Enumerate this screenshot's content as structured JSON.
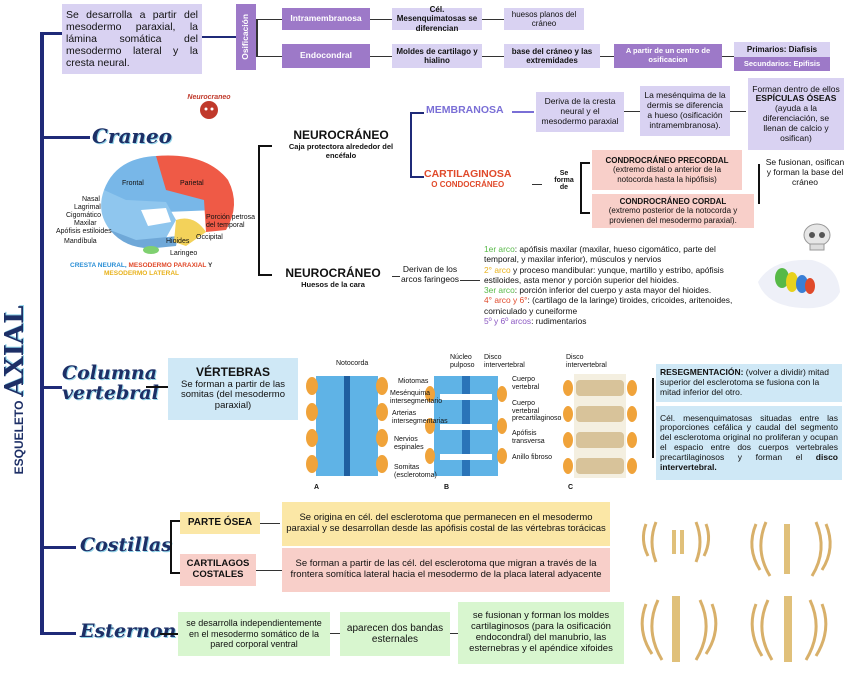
{
  "root": {
    "title": "ESQUELETO AXIAL",
    "w1": "ESQUELETO",
    "w2": "AXIAL"
  },
  "top_box": "Se desarrolla a partir del mesodermo paraxial, la lámina somática del mesodermo lateral y la cresta neural.",
  "osificacion": {
    "label": "Osificación",
    "intra": {
      "name": "Intramembranosa",
      "step1": "Cél. Mesenquimatosas se diferencian",
      "step2": "huesos planos del cráneo"
    },
    "endo": {
      "name": "Endocondral",
      "step1": "Moldes de cartilago y hialino",
      "step2": "base del cráneo y las extremidades",
      "step3": "A partir de un centro de osificacion",
      "p1": "Primarios: Diafisis",
      "p2": "Secundarios: Epifisis"
    }
  },
  "craneo": {
    "header": "Craneo",
    "badge": "Neurocraneo",
    "neuro1": {
      "title": "NEUROCRÁNEO",
      "sub": "Caja protectora alrededor del encéfalo"
    },
    "membranosa": {
      "label": "MEMBRANOSA",
      "b1": "Deriva de la cresta neural y el mesodermo paraxial",
      "b2": "La mesénquima de la dermis se diferencia a hueso (osificación intramembranosa).",
      "b3a": "Forman dentro de ellos ",
      "b3b": "ESPÍCULAS ÓSEAS",
      "b3c": " (ayuda a la diferenciación, se llenan de calcio y osifican)"
    },
    "cartilaginosa": {
      "label": "CARTILAGINOSA",
      "sub": "O CONDOCRÁNEO",
      "se_forma": "Se forma de",
      "pre_t": "CONDROCRÁNEO PRECORDAL",
      "pre_d": "(extremo distal o anterior de la notocorda hasta la hipófisis)",
      "cor_t": "CONDROCRÁNEO CORDAL",
      "cor_d": "(extremo posterior de la notocorda y provienen del mesodermo paraxial).",
      "fuse": "Se fusionan, osifican y forman la base del cráneo"
    },
    "neuro2": {
      "title": "NEUROCRÁNEO",
      "sub": "Huesos de la cara",
      "deriv": "Derivan de los arcos faringeos"
    },
    "arcos": [
      {
        "lead": "1er arco",
        "text": ": apófisis maxilar (maxilar, hueso cigomático, parte del temporal, y maxilar inferior), músculos y nervios",
        "color": "#57b947"
      },
      {
        "lead": "2° arco",
        "text": " y proceso mandibular: yunque, martillo y estribo, apófisis estiloides, asta menor y porción superior del hioides.",
        "color": "#e8b21c"
      },
      {
        "lead": "3er arco",
        "text": ": porción inferior del cuerpo y asta mayor del hioides.",
        "color": "#57b947"
      },
      {
        "lead": "4° arco y 6°",
        "text": ": (cartilago de la laringe) tiroides, cricoides, aritenoides, corniculado y cuneiforme",
        "color": "#e04a2b"
      },
      {
        "lead": "5º y 6º arcos",
        "text": ": rudimentarios",
        "color": "#8a56c2"
      }
    ],
    "skull_labels": [
      "Frontal",
      "Parietal",
      "Nasal",
      "Lagrimal",
      "Cigomático",
      "Maxilar",
      "Apófisis estiloides",
      "Mandíbula",
      "Hioides",
      "Occipital",
      "Laringeo",
      "Porción petrosa del temporal"
    ],
    "legend": {
      "a": "CRESTA NEURAL,",
      "b": "MESODERMO PARAXIAL",
      "c": "Y",
      "d": "MESODERMO LATERAL"
    }
  },
  "columna": {
    "header1": "Columna",
    "header2": "vertebral",
    "vert_title": "VÉRTEBRAS",
    "vert_desc": "Se forman a partir de las somitas (del mesodermo paraxial)",
    "fig_top": [
      "Notocorda",
      "Núcleo pulposo",
      "Disco intervertebral",
      "Disco intervertebral"
    ],
    "fig_labels": [
      "Miotomas",
      "Mesénquima intersegmentario",
      "Arterias intersegmentarias",
      "Nervios espinales",
      "Somitas (esclerotoma)",
      "Cuerpo vertebral",
      "Cuerpo vertebral precartilaginoso",
      "Apófisis transversa",
      "Anillo fibroso"
    ],
    "fig_letters": [
      "A",
      "B",
      "C"
    ],
    "reseg_t": "RESEGMENTACIÓN:",
    "reseg_d": " (volver a dividir) mitad superior del esclerotoma se fusiona con la mitad inferior del otro.",
    "cel_a": "Cél. mesenquimatosas situadas entre las proporciones cefálica y caudal del segmento del esclerotoma original no proliferan y ocupan el espacio entre dos cuerpos vertebrales precartilaginosos y forman el ",
    "cel_b": "disco intervertebral."
  },
  "costillas": {
    "header": "Costillas",
    "osea_t": "PARTE ÓSEA",
    "osea_d": "Se origina en cél. del esclerotoma que permanecen en el mesodermo paraxial y se desarrollan desde las apófisis costal de las vértebras torácicas",
    "cart_t": "CARTILAGOS COSTALES",
    "cart_d": "Se forman a partir de las cél. del esclerotoma que migran a través de la frontera somítica lateral hacia el mesodermo de la placa lateral adyacente"
  },
  "esternon": {
    "header": "Esternon",
    "b1": "se desarrolla independientemente en el mesodermo somático de la pared corporal ventral",
    "b2": "aparecen dos bandas esternales",
    "b3": "se fusionan y forman los moldes cartilaginosos (para la osificación endocondral) del manubrio, las esternebras y el apéndice xifoides"
  },
  "colors": {
    "spine": "#1f2a78",
    "lav": "#d9d2f2",
    "purple": "#9d79c8",
    "blue": "#cfe8f6",
    "yellow": "#fbe7a6",
    "pink": "#f8cfc9",
    "green": "#d8f6cf"
  }
}
